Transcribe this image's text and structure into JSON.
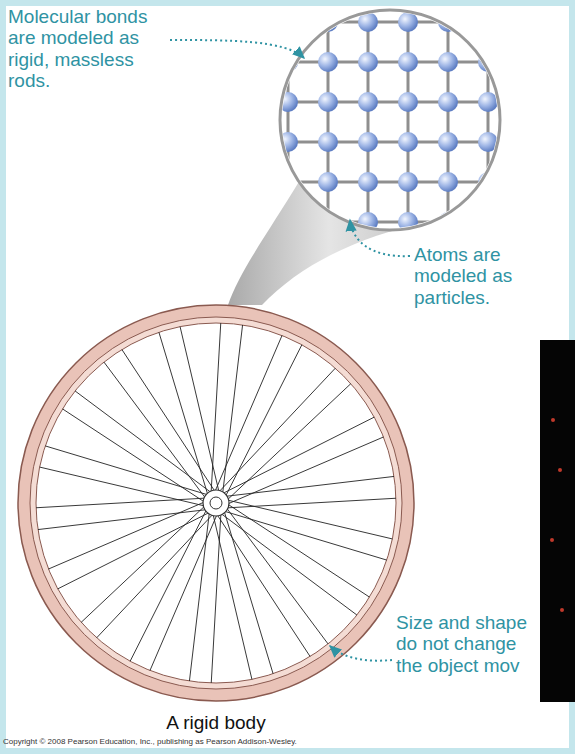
{
  "diagram": {
    "caption": "A rigid body",
    "labels": [
      "Molecular bonds are modeled as rigid, massless rods.",
      "Atoms are modeled as particles.",
      "Size and shape do not change the object mov",
      "Copyright © 2008 Pearson Education, Inc., publishing as Pearson Addison-Wesley."
    ]
  }
}
